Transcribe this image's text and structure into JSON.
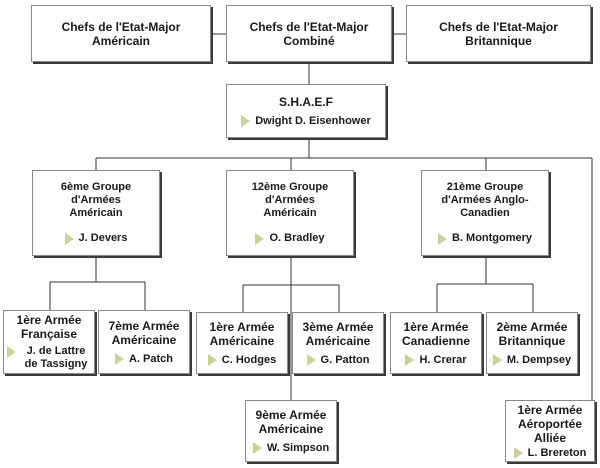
{
  "colors": {
    "box_border": "#8a8a8a",
    "shadow": "#3a3a3a",
    "line": "#333333",
    "pointer": "#cfcf9a"
  },
  "top": {
    "us": "Chefs de l'Etat-Major Américain",
    "combined": "Chefs de l'Etat-Major Combiné",
    "uk": "Chefs de l'Etat-Major Britannique"
  },
  "shaef": {
    "title": "S.H.A.E.F",
    "commander": "Dwight D. Eisenhower"
  },
  "army_groups": [
    {
      "title": "6ème Groupe d'Armées Américain",
      "commander": "J. Devers"
    },
    {
      "title": "12ème Groupe d'Armées Américain",
      "commander": "O. Bradley"
    },
    {
      "title": "21ème Groupe d'Armées Anglo-Canadien",
      "commander": "B. Montgomery"
    }
  ],
  "armies": [
    {
      "title": "1ère Armée Française",
      "commander": "J. de Lattre de Tassigny"
    },
    {
      "title": "7ème Armée Américaine",
      "commander": "A. Patch"
    },
    {
      "title": "1ère Armée Américaine",
      "commander": "C. Hodges"
    },
    {
      "title": "3ème Armée Américaine",
      "commander": "G. Patton"
    },
    {
      "title": "9ème Armée Américaine",
      "commander": "W. Simpson"
    },
    {
      "title": "1ère Armée Canadienne",
      "commander": "H. Crerar"
    },
    {
      "title": "2ème Armée Britannique",
      "commander": "M. Dempsey"
    },
    {
      "title": "1ère Armée Aéroportée Alliée",
      "commander": "L. Brereton"
    }
  ]
}
